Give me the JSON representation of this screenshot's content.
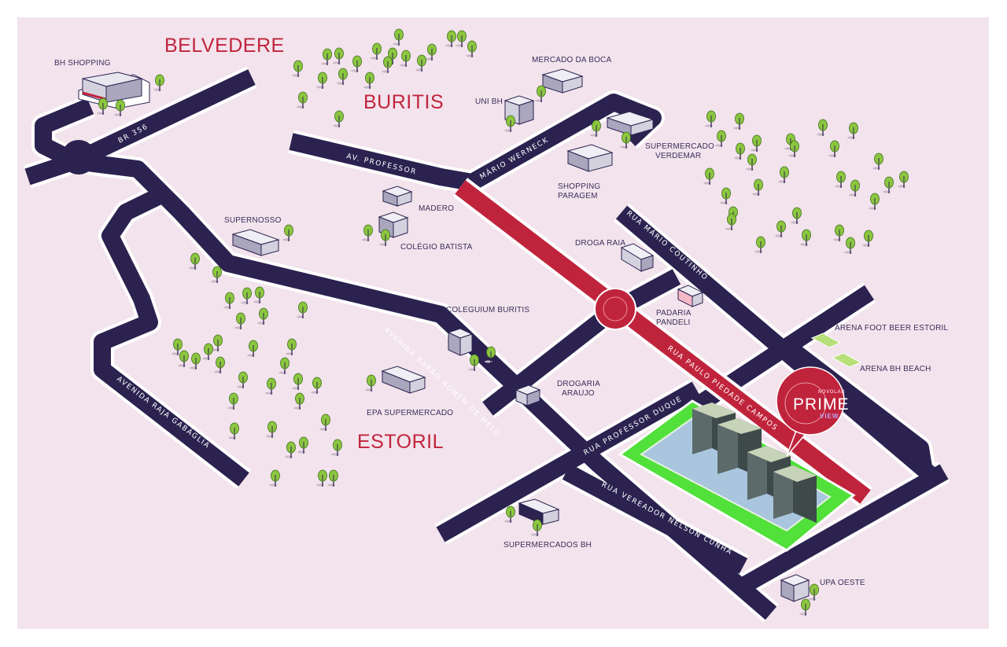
{
  "colors": {
    "background": "#f3e3ec",
    "road": "#2b2250",
    "road_outline": "#ffffff",
    "highlight_road": "#c0243c",
    "neighborhood_label": "#c0243c",
    "poi_label": "#3a2f5c",
    "tree": "#8cc63f",
    "project_lot": "#52e03a",
    "project_pin": "#c0243c"
  },
  "neighborhoods": {
    "belvedere": "BELVEDERE",
    "buritis": "BURITIS",
    "estoril": "ESTORIL"
  },
  "roads": {
    "br356": "BR 356",
    "av_mario_werneck_a": "AV. PROFESSOR",
    "av_mario_werneck_b": "MÁRIO WERNECK",
    "rua_mario_coutinho": "RUA MÁRIO COUTINHO",
    "av_barao_homem_de_melo": "AVENIDA BARÃO HOMEM DE MELO",
    "av_raja_gabaglia": "AVENIDA RAJA GABÁGLIA",
    "rua_paulo_piedade_campos": "RUA PAULO PIEDADE CAMPOS",
    "rua_professor_duque": "RUA PROFESSOR DUQUE",
    "rua_vereador_nelson_cunha": "RUA VEREADOR NELSON CUNHA"
  },
  "pois": {
    "bh_shopping": "BH SHOPPING",
    "mercado_da_boca": "MERCADO DA BOCA",
    "uni_bh": "UNI BH",
    "supermercado_verdemar_1": "SUPERMERCADO",
    "supermercado_verdemar_2": "VERDEMAR",
    "shopping_paragem_1": "SHOPPING",
    "shopping_paragem_2": "PARAGEM",
    "madero": "MADERO",
    "colegio_batista": "COLÉGIO BATISTA",
    "supernosso": "SUPERNOSSO",
    "droga_raia": "DROGA RAIA",
    "padaria_pandeli_1": "PADARIA",
    "padaria_pandeli_2": "PANDELI",
    "coleguium_buritis": "COLEGUIUM BURITIS",
    "arena_foot_beer": "ARENA FOOT BEER ESTORIL",
    "arena_bh_beach": "ARENA BH BEACH",
    "drogaria_araujo_1": "DROGARIA",
    "drogaria_araujo_2": "ARAUJO",
    "epa_supermercado": "EPA SUPERMERCADO",
    "supermercados_bh": "SUPERMERCADOS BH",
    "upa_oeste": "UPA OESTE"
  },
  "project_pin": {
    "brand": "NOVOLAR",
    "name": "PRIME",
    "sub": "VIEW"
  }
}
